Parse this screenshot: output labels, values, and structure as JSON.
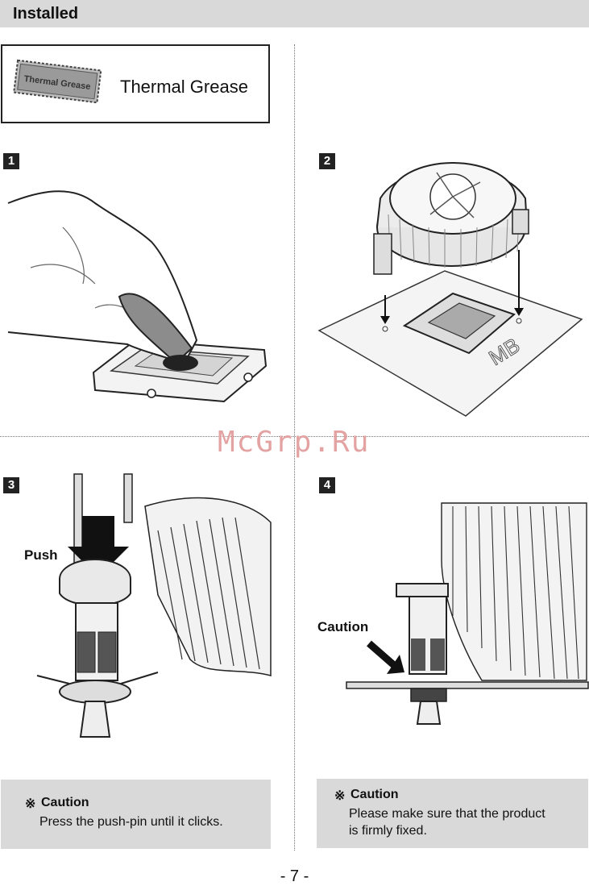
{
  "header": {
    "title": "Installed"
  },
  "legend": {
    "grease_text": "Thermal Grease",
    "label": "Thermal Grease"
  },
  "steps": [
    "1",
    "2",
    "3",
    "4"
  ],
  "step2": {
    "mb_label": "MB"
  },
  "step3": {
    "callout": "Push"
  },
  "step4": {
    "callout": "Caution"
  },
  "captions": {
    "left": {
      "symbol": "※",
      "title": "Caution",
      "lines": [
        "Press the push-pin until it clicks."
      ]
    },
    "right": {
      "symbol": "※",
      "title": "Caution",
      "lines": [
        "Please make sure that the product",
        "is firmly fixed."
      ]
    }
  },
  "watermark": "McGrp.Ru",
  "page_number": "- 7 -"
}
